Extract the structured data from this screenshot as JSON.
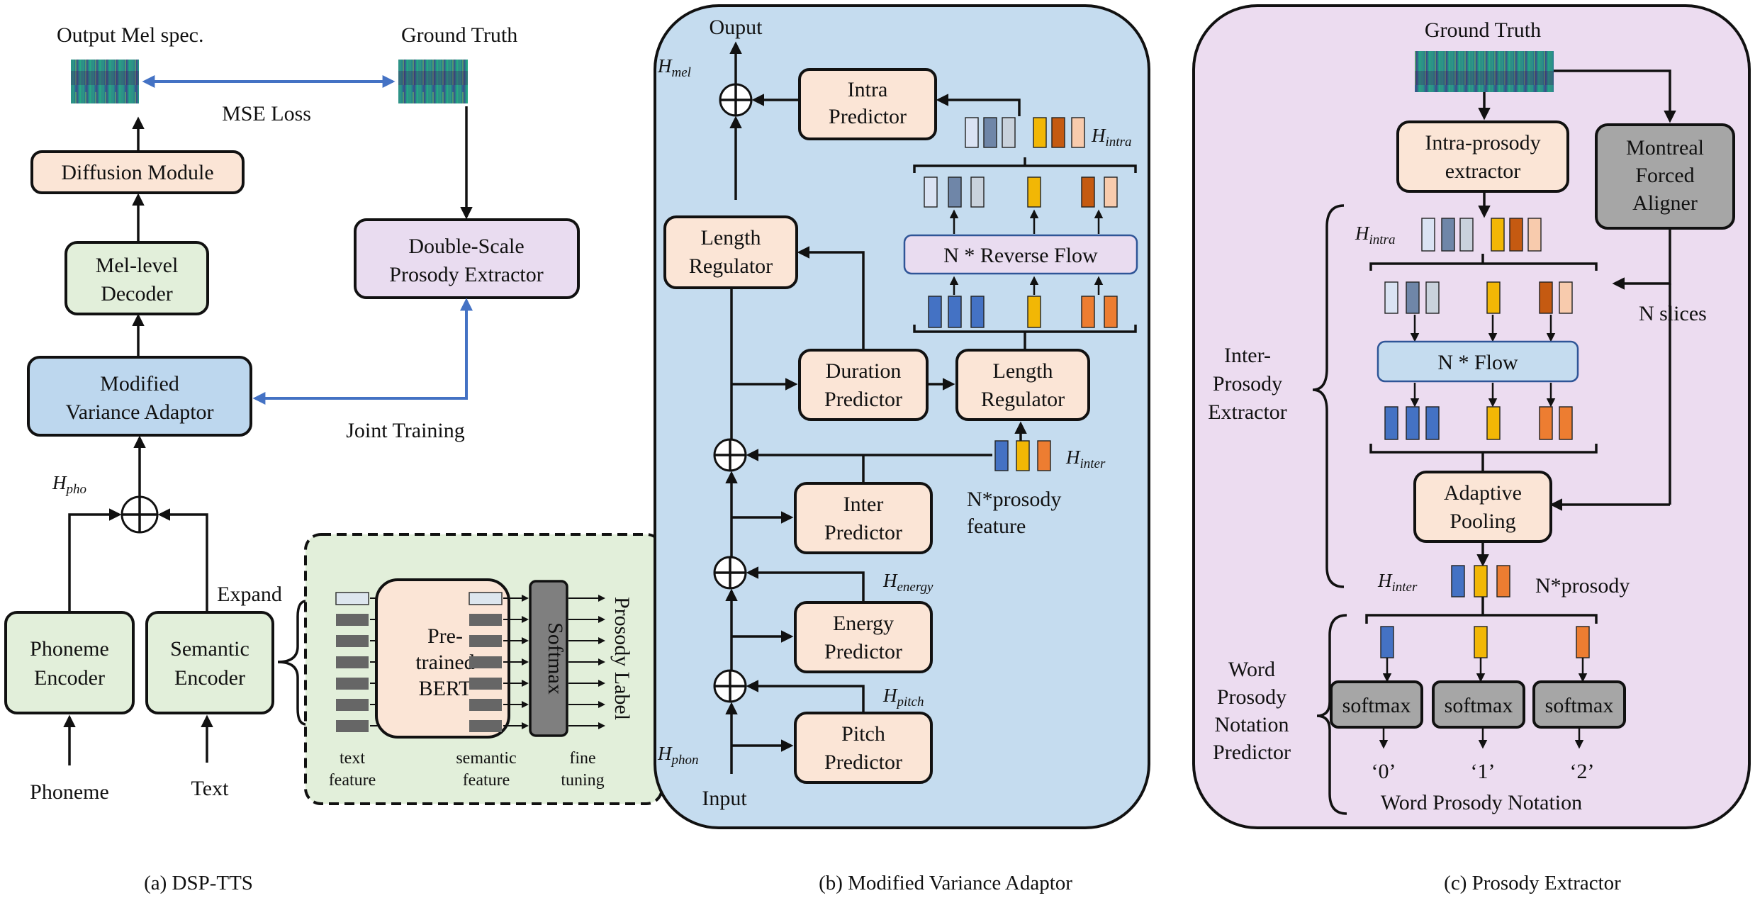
{
  "panel_a": {
    "caption": "(a) DSP-TTS",
    "output_mel": "Output Mel spec.",
    "ground_truth": "Ground Truth",
    "mse_loss": "MSE Loss",
    "diffusion": "Diffusion Module",
    "decoder": [
      "Mel-level",
      "Decoder"
    ],
    "extractor": [
      "Double-Scale",
      "Prosody Extractor"
    ],
    "variance": [
      "Modified",
      "Variance Adaptor"
    ],
    "joint": "Joint Training",
    "h_pho": "H",
    "h_pho_sub": "pho",
    "expand": "Expand",
    "phoneme_encoder": [
      "Phoneme",
      "Encoder"
    ],
    "semantic_encoder": [
      "Semantic",
      "Encoder"
    ],
    "phoneme": "Phoneme",
    "text": "Text",
    "bert": [
      "Pre-",
      "trained",
      "BERT"
    ],
    "softmax": "Softmax",
    "prosody_label": "Prosody Label",
    "text_feature": [
      "text",
      "feature"
    ],
    "semantic_feature": [
      "semantic",
      "feature"
    ],
    "fine_tuning": [
      "fine",
      "tuning"
    ]
  },
  "panel_b": {
    "caption": "(b) Modified Variance Adaptor",
    "output": "Ouput",
    "input": "Input",
    "h_mel_sub": "mel",
    "h_phon_sub": "phon",
    "h_intra_sub": "intra",
    "h_inter_sub": "inter",
    "h_energy_sub": "energy",
    "h_pitch_sub": "pitch",
    "h": "H",
    "intra_predictor": [
      "Intra",
      "Predictor"
    ],
    "length_regulator": [
      "Length",
      "Regulator"
    ],
    "reverse_flow": "N *  Reverse Flow",
    "duration_predictor": [
      "Duration",
      "Predictor"
    ],
    "length_regulator2": [
      "Length",
      "Regulator"
    ],
    "inter_predictor": [
      "Inter",
      "Predictor"
    ],
    "nprosody": [
      "N*prosody",
      "feature"
    ],
    "energy_predictor": [
      "Energy",
      "Predictor"
    ],
    "pitch_predictor": [
      "Pitch",
      "Predictor"
    ]
  },
  "panel_c": {
    "caption": "(c) Prosody Extractor",
    "ground_truth": "Ground Truth",
    "intra_extractor": [
      "Intra-prosody",
      "extractor"
    ],
    "mfa": [
      "Montreal",
      "Forced",
      "Aligner"
    ],
    "inter_extractor": [
      "Inter-",
      "Prosody",
      "Extractor"
    ],
    "flow": "N *  Flow",
    "n_slices": "N    slices",
    "adaptive": [
      "Adaptive",
      "Pooling"
    ],
    "h": "H",
    "h_intra_sub": "intra",
    "h_inter_sub": "inter",
    "nprosody": "N*prosody",
    "word_predictor": [
      "Word",
      "Prosody",
      "Notation",
      "Predictor"
    ],
    "softmax": "softmax",
    "labels": [
      "‘0’",
      "‘1’",
      "‘2’"
    ],
    "notation": "Word Prosody Notation"
  },
  "colors": {
    "peach": "#fbe5d6",
    "green": "#e2efda",
    "lavender": "#e9dcf0",
    "blue_box": "#bdd7ee",
    "panel_b_bg": "#c5dcef",
    "panel_c_bg": "#ecdcf0",
    "link_blue": "#4472c4",
    "gray": "#a6a6a6",
    "cell_blue": "#4472c4",
    "cell_yellow": "#f2b705",
    "cell_orange": "#ed7d31",
    "cell_brown": "#c55a11",
    "cell_slate": "#6f86a8",
    "cell_pale": "#dae3f3"
  }
}
